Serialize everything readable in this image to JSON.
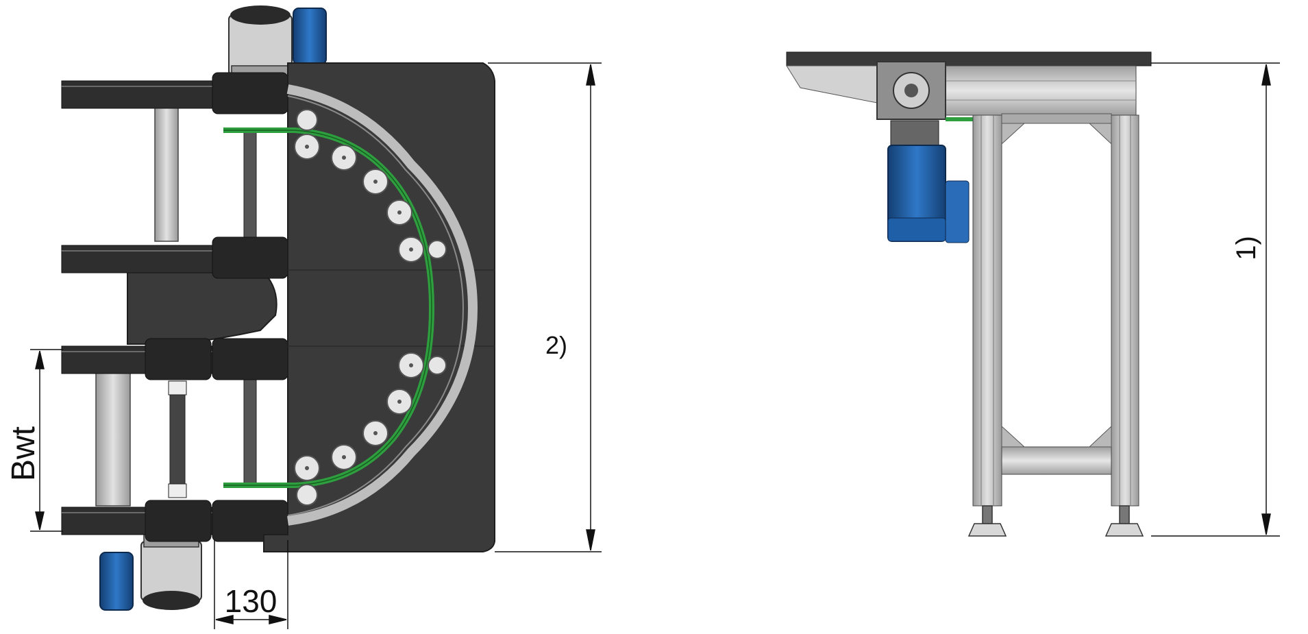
{
  "labels": {
    "width_label": "Bwt",
    "offset_label": "130",
    "length_label": "2)",
    "height_label": "1)"
  },
  "colors": {
    "plate": "#3a3a3a",
    "plate_edge": "#1e1e1e",
    "rail": "#2e2e2e",
    "belt": "#2f9e3f",
    "motor_blue": "#1f5fa8",
    "motor_blue_dark": "#143f73",
    "aluminium": "#c8c8c8",
    "aluminium_dark": "#8e8e8e",
    "roller": "#e6e6e6",
    "dimension_line": "#111111"
  },
  "icons": {
    "arrowhead": "arrowhead-icon",
    "motor": "gear-motor-icon"
  }
}
